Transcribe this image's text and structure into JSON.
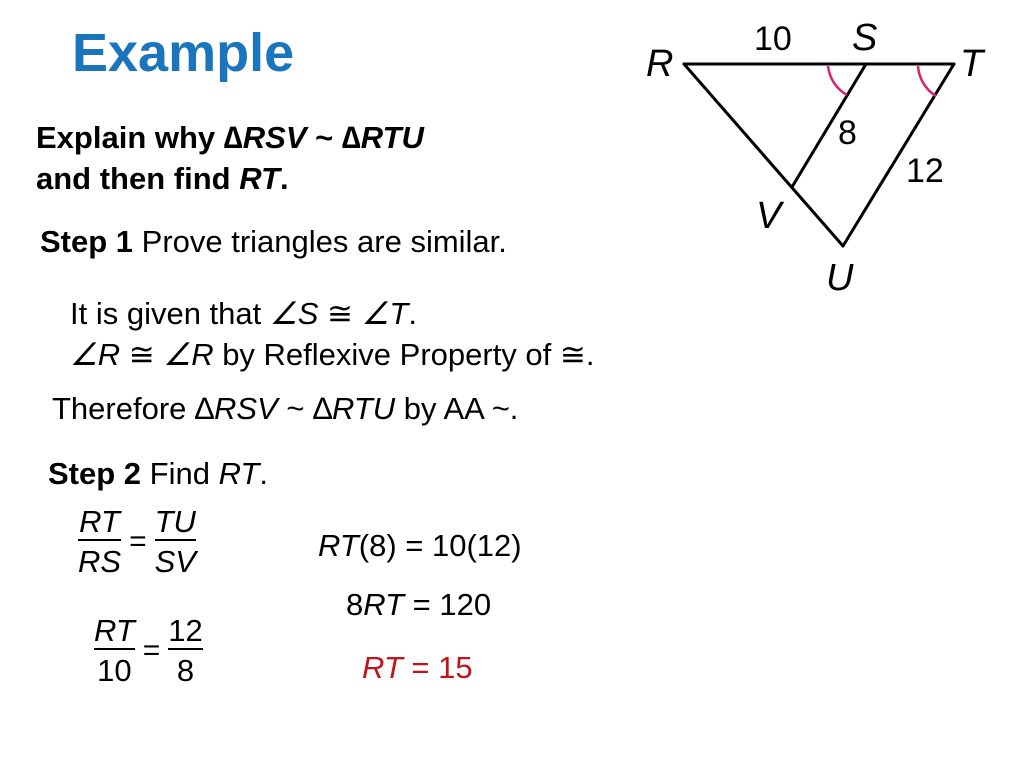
{
  "title": "Example",
  "prompt": {
    "l1_a": "Explain why ∆",
    "l1_b": "RSV",
    "l1_c": " ~ ∆",
    "l1_d": "RTU",
    "l2_a": "and then find ",
    "l2_b": "RT",
    "l2_c": "."
  },
  "step1": {
    "label": "Step 1",
    "text": " Prove triangles are similar."
  },
  "given": {
    "a": "It is given that ",
    "b": "∠",
    "c": "S",
    "d": " ≅ ",
    "e": "∠",
    "f": "T",
    "g": "."
  },
  "reflexive": {
    "a": "∠",
    "b": "R",
    "c": " ≅ ",
    "d": "∠",
    "e": "R",
    "f": " by Reflexive Property of ≅."
  },
  "therefore": {
    "a": "Therefore ∆",
    "b": "RSV",
    "c": " ~ ∆",
    "d": "RTU",
    "e": " by AA ~."
  },
  "step2": {
    "label": "Step 2",
    "text": " Find ",
    "var": "RT",
    "end": "."
  },
  "prop1": {
    "n1": "RT",
    "d1": "RS",
    "eq": "=",
    "n2": "TU",
    "d2": "SV"
  },
  "prop2": {
    "n1": "RT",
    "d1": "10",
    "eq": "=",
    "n2": "12",
    "d2": "8"
  },
  "solve1": {
    "a": "RT",
    "b": "(8) = 10(12)"
  },
  "solve2": {
    "a": "8",
    "b": "RT",
    "c": " = 120"
  },
  "solve3": {
    "a": "RT",
    "b": " = 15"
  },
  "diagram": {
    "label_R": "R",
    "label_S": "S",
    "label_T": "T",
    "label_V": "V",
    "label_U": "U",
    "label_10": "10",
    "label_8": "8",
    "label_12": "12"
  },
  "colors": {
    "title": "#1b75bc",
    "answer": "#c0141c",
    "angle_mark": "#d6236b"
  }
}
